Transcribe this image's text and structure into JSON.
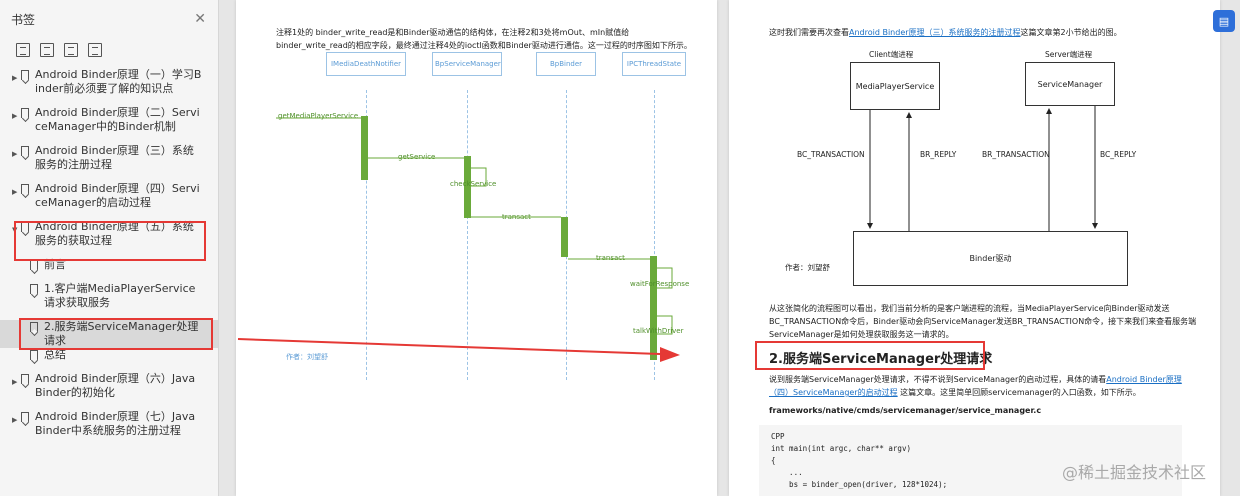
{
  "sidebar": {
    "title": "书签",
    "toc": [
      {
        "text": "Android Binder原理（一）学习Binder前必须要了解的知识点"
      },
      {
        "text": "Android Binder原理（二）ServiceManager中的Binder机制"
      },
      {
        "text": "Android Binder原理（三）系统服务的注册过程"
      },
      {
        "text": "Android Binder原理（四）ServiceManager的启动过程"
      },
      {
        "text": "Android Binder原理（五）系统服务的获取过程"
      },
      {
        "text": "前言"
      },
      {
        "text": "1.客户端MediaPlayerService请求获取服务"
      },
      {
        "text": "2.服务端ServiceManager处理请求"
      },
      {
        "text": "总结"
      },
      {
        "text": "Android Binder原理（六）Java Binder的初始化"
      },
      {
        "text": "Android Binder原理（七）Java Binder中系统服务的注册过程"
      }
    ]
  },
  "page1": {
    "para": "注释1处的 binder_write_read是和Binder驱动通信的结构体，在注释2和3处将mOut、mIn赋值给binder_write_read的相应字段，最终通过注释4处的ioctl函数和Binder驱动进行通信。这一过程的时序图如下所示。",
    "lifelines": [
      "IMediaDeathNotifier",
      "BpServiceManager",
      "BpBinder",
      "IPCThreadState"
    ],
    "messages": [
      "getMediaPlayerService",
      "getService",
      "checkService",
      "transact",
      "transact",
      "waitForResponse",
      "talkWithDriver"
    ],
    "author": "作者：刘望舒"
  },
  "page2": {
    "intro_pre": "这时我们需要再次查看",
    "intro_link": "Android Binder原理（三）系统服务的注册过程",
    "intro_post": "这篇文章第2小节给出的图。",
    "client_title": "Client端进程",
    "server_title": "Server端进程",
    "client_box": "MediaPlayerService",
    "server_box": "ServiceManager",
    "driver_box": "Binder驱动",
    "arrow_labels": [
      "BC_TRANSACTION",
      "BR_REPLY",
      "BR_TRANSACTION",
      "BC_REPLY"
    ],
    "author": "作者：刘望舒",
    "para2": "从这张简化的流程图可以看出，我们当前分析的是客户端进程的流程，当MediaPlayerService向Binder驱动发送BC_TRANSACTION命令后，Binder驱动会向ServiceManager发送BR_TRANSACTION命令，接下来我们来查看服务端ServiceManager是如何处理获取服务这一请求的。",
    "heading": "2.服务端ServiceManager处理请求",
    "para3_pre": "说到服务端ServiceManager处理请求，不得不说到ServiceManager的启动过程，具体的请看",
    "para3_link": "Android Binder原理（四）ServiceManager的启动过程",
    "para3_post": " 这篇文章。这里简单回顾servicemanager的入口函数，如下所示。",
    "path": "frameworks/native/cmds/servicemanager/service_manager.c",
    "code": "CPP\nint main(int argc, char** argv)\n{\n    ...\n    bs = binder_open(driver, 128*1024);\n    ..."
  },
  "watermark": "@稀土掘金技术社区",
  "colors": {
    "highlight": "#e53935",
    "activation": "#6aaa3a",
    "link": "#1a6fc4"
  }
}
